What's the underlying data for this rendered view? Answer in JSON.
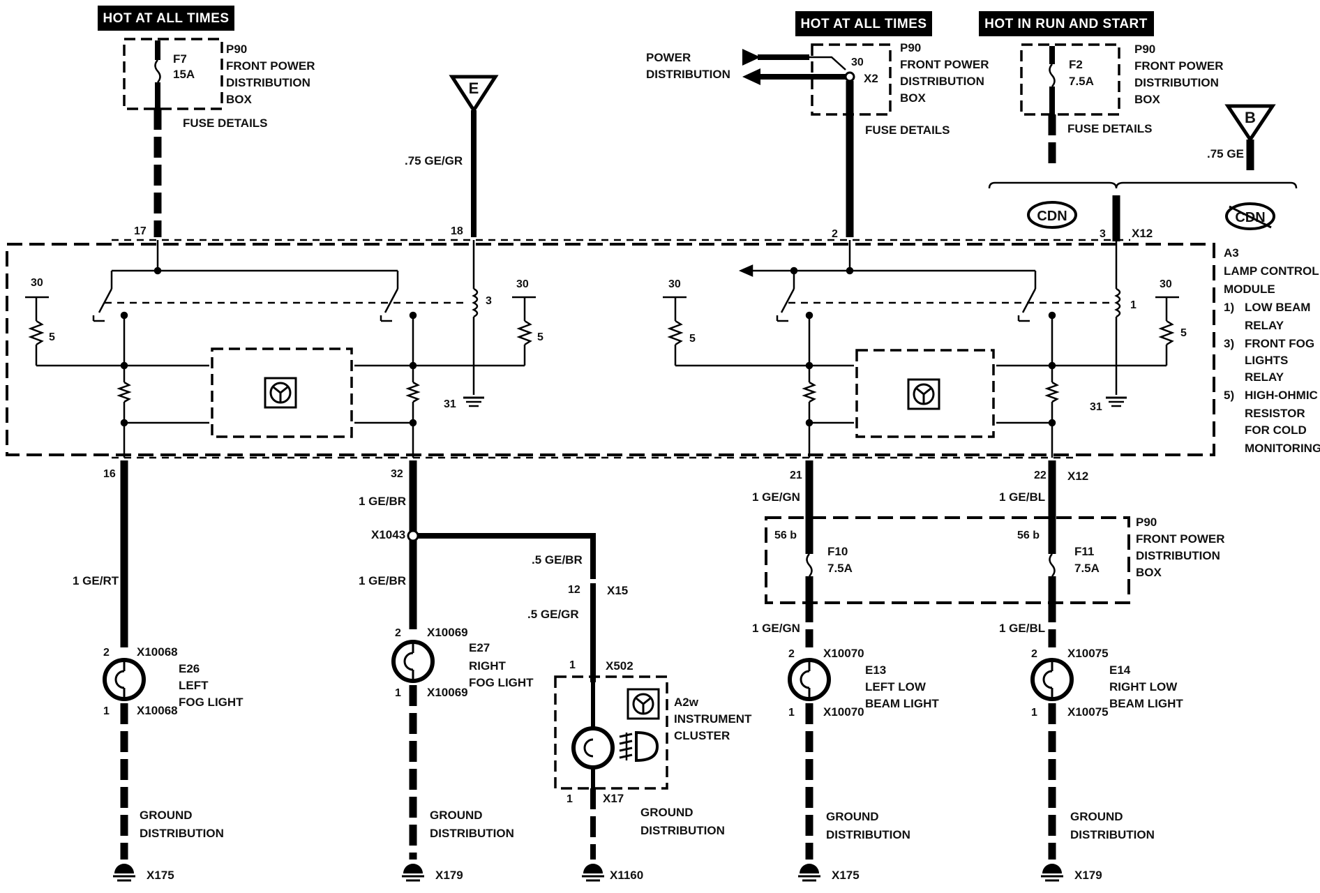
{
  "headers": {
    "hot1": "HOT AT ALL TIMES",
    "hot2": "HOT AT ALL TIMES",
    "hot3": "HOT IN RUN AND START"
  },
  "fuses": {
    "f7": {
      "name": "F7",
      "rating": "15A"
    },
    "f2": {
      "name": "F2",
      "rating": "7.5A"
    },
    "f10": {
      "name": "F10",
      "rating": "7.5A"
    },
    "f11": {
      "name": "F11",
      "rating": "7.5A"
    }
  },
  "p90": {
    "code": "P90",
    "line1": "FRONT POWER",
    "line2": "DISTRIBUTION",
    "line3": "BOX",
    "fuse_details": "FUSE DETAILS"
  },
  "power_distribution": {
    "line1": "POWER",
    "line2": "DISTRIBUTION"
  },
  "connectors": {
    "e": "E",
    "b": "B",
    "x2": "X2",
    "x12": "X12",
    "x15": "X15",
    "x17": "X17",
    "x502": "X502",
    "x1043": "X1043",
    "x10068": "X10068",
    "x10069": "X10069",
    "x10070": "X10070",
    "x10075": "X10075",
    "x175": "X175",
    "x179": "X179",
    "x1160": "X1160"
  },
  "cdn": "CDN",
  "wires": {
    "ge_gr_075": ".75 GE/GR",
    "ge_075": ".75 GE",
    "ge_rt_1": "1 GE/RT",
    "ge_br_1": "1 GE/BR",
    "ge_br_05": ".5 GE/BR",
    "ge_gr_05": ".5 GE/GR",
    "ge_gn_1": "1 GE/GN",
    "ge_bl_1": "1 GE/BL"
  },
  "pins": {
    "p17": "17",
    "p18": "18",
    "p2": "2",
    "p3": "3",
    "p30": "30",
    "p5": "5",
    "p31": "31",
    "p1": "1",
    "p16": "16",
    "p32": "32",
    "p21": "21",
    "p22": "22",
    "p12": "12",
    "p56b": "56 b"
  },
  "module": {
    "code": "A3",
    "title1": "LAMP CONTROL",
    "title2": "MODULE",
    "legend": [
      {
        "n": "1)",
        "line1": "LOW BEAM",
        "line2": "RELAY",
        "line3": ""
      },
      {
        "n": "3)",
        "line1": "FRONT FOG",
        "line2": "LIGHTS",
        "line3": "RELAY"
      },
      {
        "n": "5)",
        "line1": "HIGH-OHMIC",
        "line2": "RESISTOR",
        "line3": "FOR COLD"
      }
    ],
    "legend_tail": "MONITORING"
  },
  "lamps": {
    "e26": {
      "code": "E26",
      "line1": "LEFT",
      "line2": "FOG LIGHT"
    },
    "e27": {
      "code": "E27",
      "line1": "RIGHT",
      "line2": "FOG LIGHT"
    },
    "e13": {
      "code": "E13",
      "line1": "LEFT LOW",
      "line2": "BEAM LIGHT"
    },
    "e14": {
      "code": "E14",
      "line1": "RIGHT LOW",
      "line2": "BEAM LIGHT"
    }
  },
  "cluster": {
    "code": "A2w",
    "line1": "INSTRUMENT",
    "line2": "CLUSTER"
  },
  "ground": {
    "line1": "GROUND",
    "line2": "DISTRIBUTION"
  }
}
